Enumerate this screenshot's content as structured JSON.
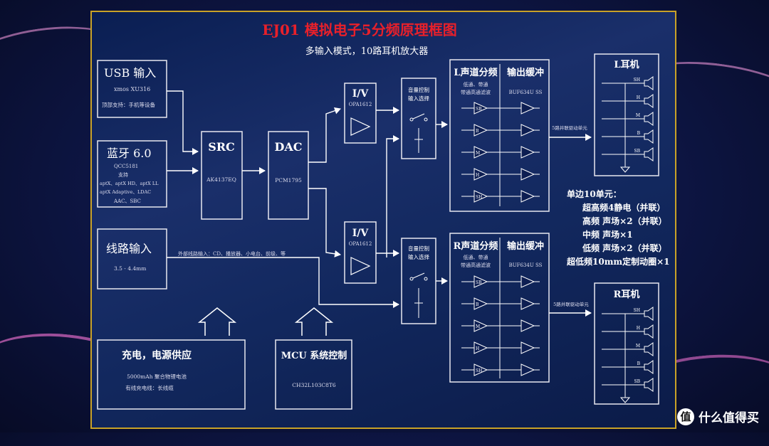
{
  "title": "EJ01 模拟电子5分频原理框图",
  "subtitle": "多输入模式，10路耳机放大器",
  "colors": {
    "title": "#e8202a",
    "line": "#ffffff",
    "box_border": "#e8e8f0",
    "frame": "#c9a227"
  },
  "inputs": {
    "usb": {
      "title": "USB 输入",
      "lines": [
        "xmos XU316",
        "顶部支持：手机等设备"
      ]
    },
    "bt": {
      "title": "蓝牙 6.0",
      "lines": [
        "QCC5181",
        "支持",
        "aptX、aptX HD、aptX LL",
        "aptX Adaptive、LDAC",
        "AAC、SBC"
      ]
    },
    "line": {
      "title": "线路输入",
      "lines": [
        "3.5 - 4.4mm"
      ],
      "note": "外部线路输入：CD、播放器、小电台、前级、等"
    }
  },
  "src": {
    "title": "SRC",
    "part": "AK4137EQ"
  },
  "dac": {
    "title": "DAC",
    "part": "PCM1795"
  },
  "iv_top": {
    "title": "I/V",
    "part": "OPA1612"
  },
  "iv_bottom": {
    "title": "I/V",
    "part": "OPA1612"
  },
  "selector_top": {
    "lines": [
      "音量控制",
      "输入选择"
    ]
  },
  "selector_bottom": {
    "lines": [
      "音量控制",
      "输入选择"
    ]
  },
  "l_block": {
    "title_left": "L声道分频",
    "title_right": "输出缓冲",
    "sub_left": [
      "低通、带通",
      "带通高通滤波"
    ],
    "sub_right": "BUF634U SS",
    "channels": [
      "SB",
      "B",
      "M",
      "H",
      "SH"
    ]
  },
  "r_block": {
    "title_left": "R声道分频",
    "title_right": "输出缓冲",
    "sub_left": [
      "低通、带通",
      "带通高通滤波"
    ],
    "sub_right": "BUF634U SS",
    "channels": [
      "SB",
      "B",
      "M",
      "H",
      "SH"
    ]
  },
  "l_arrow_note": "5路并联驱动单元",
  "r_arrow_note": "5路并联驱动单元",
  "l_earphone": {
    "title": "L耳机",
    "drivers": [
      "SH",
      "H",
      "M",
      "B",
      "SB"
    ]
  },
  "r_earphone": {
    "title": "R耳机",
    "drivers": [
      "SH",
      "H",
      "M",
      "B",
      "SB"
    ]
  },
  "specs": [
    "单边10单元：",
    "超高频4静电（并联）",
    "高频 声场×2（并联）",
    "中频 声场×1",
    "低频 声场×2（并联）",
    "超低频10mm定制动圈×1"
  ],
  "power": {
    "title": "充电，电源供应",
    "lines": [
      "5000mAh 聚合物锂电池",
      "有线充电线：长线缆"
    ]
  },
  "mcu": {
    "title": "MCU 系统控制",
    "part": "CH32L103C8T6"
  },
  "watermark": {
    "badge": "值",
    "text": "什么值得买"
  }
}
